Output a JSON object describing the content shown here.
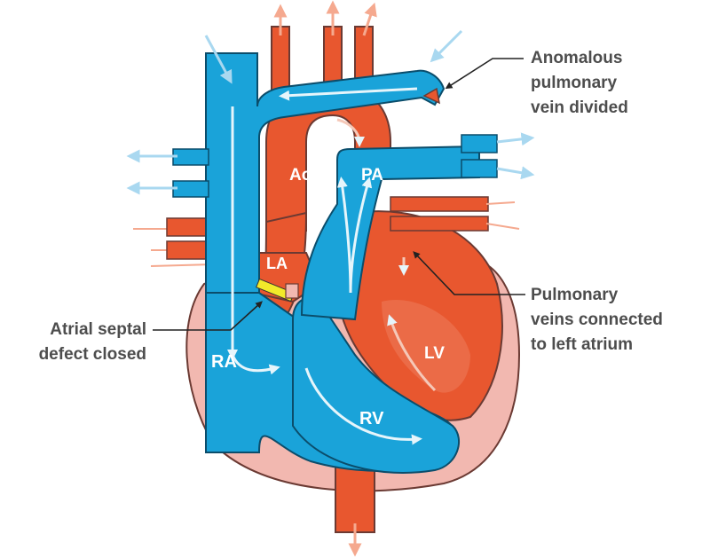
{
  "labels": {
    "ao": "Ao",
    "pa": "PA",
    "la": "LA",
    "ra": "RA",
    "rv": "RV",
    "lv": "LV"
  },
  "callouts": {
    "anomalous": [
      "Anomalous",
      "pulmonary",
      "vein divided"
    ],
    "septal": [
      "Atrial septal",
      "defect closed"
    ],
    "pulmonary": [
      "Pulmonary",
      "veins connected",
      "to left atrium"
    ]
  },
  "colors": {
    "blue": "#1aa3d9",
    "red": "#e8572f",
    "pink": "#f2b8b0",
    "light_blue_arrow": "#a9d8f0",
    "light_red_arrow": "#f5a98f",
    "patch": "#f2ea2a",
    "text": "#4d4d4d"
  }
}
